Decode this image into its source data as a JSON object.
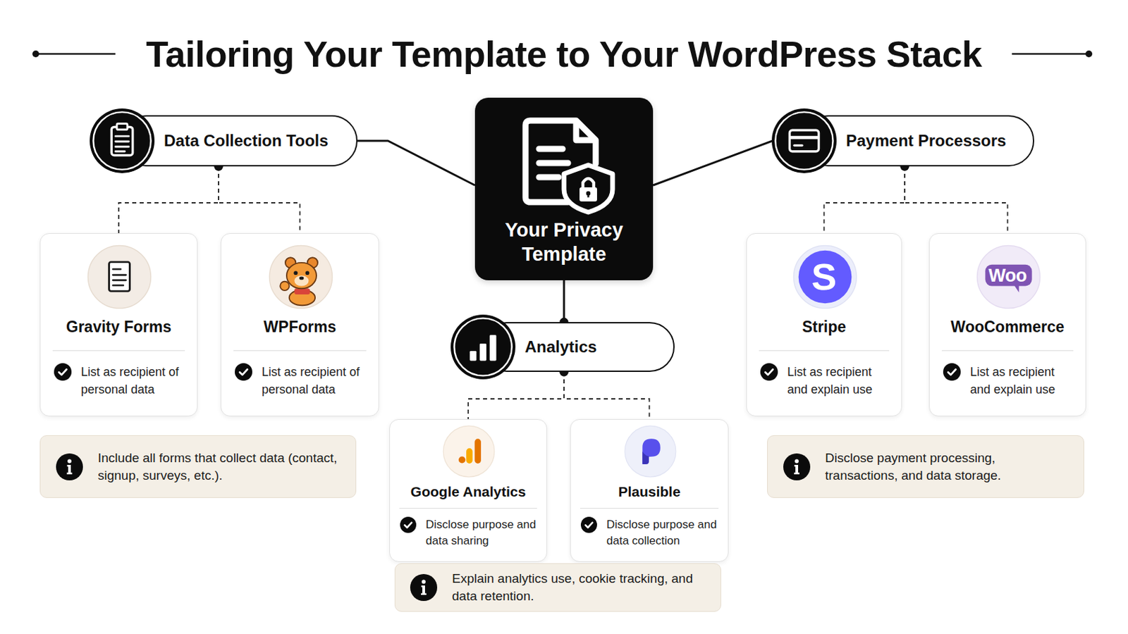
{
  "diagram": {
    "title": "Tailoring Your Template to Your WordPress Stack",
    "nodes": [
      {
        "text": [
          "Your Privacy Template"
        ]
      },
      {
        "text": [
          "Data Collection Tools"
        ]
      },
      {
        "text": [
          "Payment Processors"
        ]
      },
      {
        "text": [
          "Analytics"
        ]
      },
      {
        "text": [
          "Gravity Forms",
          "List as recipient of personal data"
        ]
      },
      {
        "text": [
          "WPForms",
          "List as recipient of personal data"
        ]
      },
      {
        "text": [
          "Google Analytics",
          "Disclose purpose and data sharing"
        ]
      },
      {
        "text": [
          "Plausible",
          "Disclose purpose and data collection"
        ]
      },
      {
        "text": [
          "Stripe",
          "List as recipient and explain use"
        ]
      },
      {
        "text": [
          "WooCommerce",
          "List as recipient and explain use"
        ]
      },
      {
        "text": [
          "Include all forms that collect data (contact, signup, surveys, etc.)."
        ]
      },
      {
        "text": [
          "Explain analytics use, cookie tracking, and data retention."
        ]
      },
      {
        "text": [
          "Disclose payment processing, transactions, and data storage."
        ]
      }
    ],
    "edges": [
      {
        "from": 0,
        "to": 1,
        "arrow": "none"
      },
      {
        "from": 0,
        "to": 2,
        "arrow": "none"
      },
      {
        "from": 0,
        "to": 3,
        "arrow": "none"
      },
      {
        "from": 1,
        "to": 4,
        "arrow": "none"
      },
      {
        "from": 1,
        "to": 5,
        "arrow": "none"
      },
      {
        "from": 3,
        "to": 6,
        "arrow": "none"
      },
      {
        "from": 3,
        "to": 7,
        "arrow": "none"
      },
      {
        "from": 2,
        "to": 8,
        "arrow": "none"
      },
      {
        "from": 2,
        "to": 9,
        "arrow": "none"
      }
    ],
    "labels": [
      "S",
      "Woo"
    ]
  }
}
